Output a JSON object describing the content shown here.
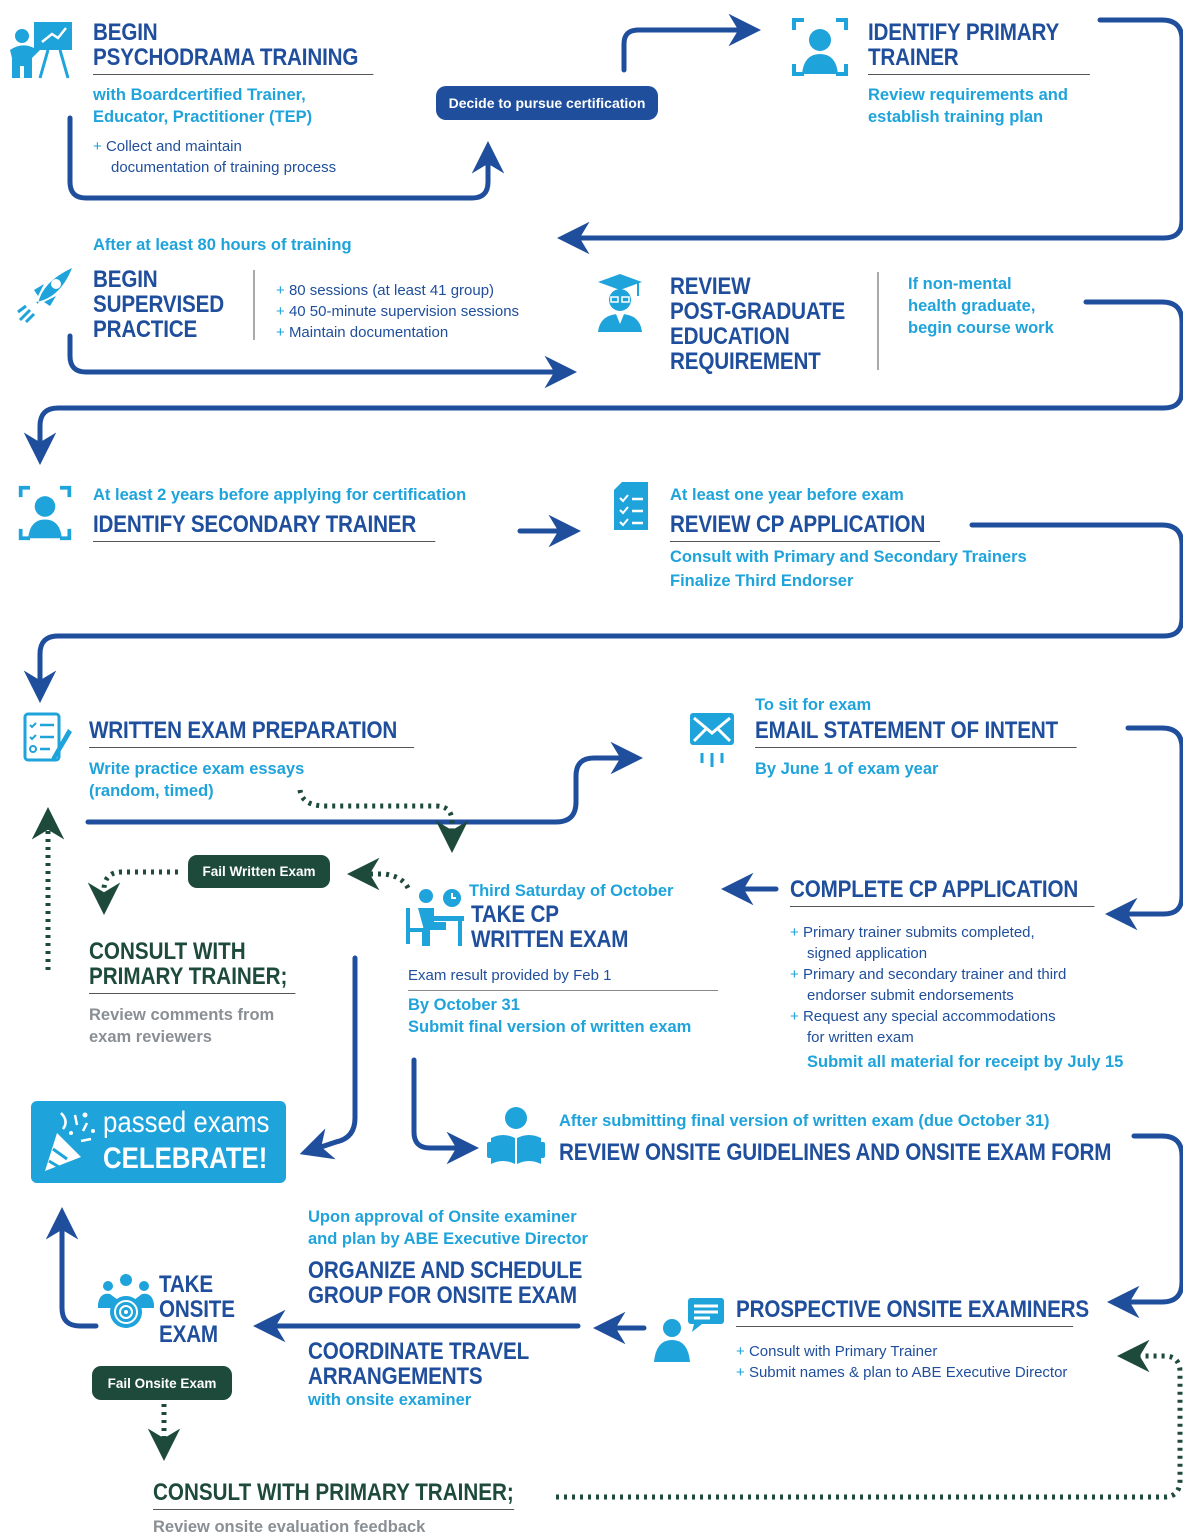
{
  "colors": {
    "navy": "#1f4e9c",
    "cyan": "#1ea3db",
    "dark_green": "#1e4a3c",
    "gray": "#8a8f94"
  },
  "decision_pill": "Decide to pursue certification",
  "steps": {
    "begin_training": {
      "title_1": "BEGIN",
      "title_2": "PSYCHODRAMA TRAINING",
      "sub_1": "with Boardcertified Trainer,",
      "sub_2": "Educator, Practitioner (TEP)",
      "bullet_1": "Collect and maintain",
      "bullet_1b": "documentation of training process",
      "icon": "presentation-icon"
    },
    "primary_trainer": {
      "title_1": "IDENTIFY PRIMARY",
      "title_2": "TRAINER",
      "sub_1": "Review requirements and",
      "sub_2": "establish training plan",
      "icon": "person-focus-icon"
    },
    "supervised_practice": {
      "pre": "After at least 80 hours of training",
      "title_1": "BEGIN",
      "title_2": "SUPERVISED",
      "title_3": "PRACTICE",
      "bullet_1": "80 sessions (at least 41 group)",
      "bullet_2": "40 50-minute supervision sessions",
      "bullet_3": "Maintain documentation",
      "icon": "rocket-icon"
    },
    "post_graduate": {
      "title_1": "REVIEW",
      "title_2": "POST-GRADUATE",
      "title_3": "EDUCATION",
      "title_4": "REQUIREMENT",
      "side_1": "If non-mental",
      "side_2": "health graduate,",
      "side_3": "begin course work",
      "icon": "graduate-icon"
    },
    "secondary_trainer": {
      "pre": "At least 2 years before applying for certification",
      "title": "IDENTIFY SECONDARY TRAINER",
      "icon": "person-focus-icon"
    },
    "cp_application_review": {
      "pre": "At least one year before exam",
      "title": "REVIEW CP APPLICATION",
      "sub_1": "Consult with Primary and Secondary Trainers",
      "sub_2": "Finalize Third Endorser",
      "icon": "checklist-icon"
    },
    "written_prep": {
      "title": "WRITTEN EXAM PREPARATION",
      "sub_1": "Write practice exam essays",
      "sub_2": "(random, timed)",
      "icon": "exam-sheet-icon"
    },
    "email_intent": {
      "pre": "To sit for exam",
      "title": "EMAIL STATEMENT OF INTENT",
      "sub": "By June 1 of exam year",
      "icon": "email-icon"
    },
    "fail_written": {
      "pill": "Fail Written Exam",
      "title_1": "CONSULT WITH",
      "title_2": "PRIMARY TRAINER;",
      "sub_1": "Review comments from",
      "sub_2": "exam reviewers"
    },
    "written_exam": {
      "pre": "Third Saturday of October",
      "title_1": "TAKE CP",
      "title_2": "WRITTEN EXAM",
      "note": "Exam result provided by Feb 1",
      "sub_1": "By October 31",
      "sub_2": "Submit final version of written exam",
      "icon": "desk-clock-icon"
    },
    "complete_application": {
      "title": "COMPLETE CP APPLICATION",
      "bullet_1a": "Primary trainer submits completed,",
      "bullet_1b": "signed application",
      "bullet_2a": "Primary and secondary trainer and third",
      "bullet_2b": "endorser submit endorsements",
      "bullet_3a": "Request any special accommodations",
      "bullet_3b": "for written exam",
      "deadline": "Submit all material for receipt by July 15"
    },
    "celebrate": {
      "line_1": "passed exams",
      "line_2": "CELEBRATE!",
      "icon": "party-popper-icon"
    },
    "onsite_guidelines": {
      "pre": "After submitting final version of written exam (due October 31)",
      "title": "REVIEW ONSITE GUIDELINES AND ONSITE EXAM FORM",
      "icon": "reader-icon"
    },
    "organize": {
      "pre_1": "Upon approval of Onsite examiner",
      "pre_2": "and plan by ABE Executive Director",
      "title_1": "ORGANIZE AND SCHEDULE",
      "title_2": "GROUP FOR ONSITE EXAM",
      "title_3": "COORDINATE TRAVEL",
      "title_4": "ARRANGEMENTS",
      "sub": "with onsite examiner"
    },
    "onsite_exam": {
      "title_1": "TAKE",
      "title_2": "ONSITE",
      "title_3": "EXAM",
      "pill": "Fail Onsite Exam",
      "icon": "group-target-icon"
    },
    "examiners": {
      "title": "PROSPECTIVE ONSITE EXAMINERS",
      "bullet_1": "Consult with Primary Trainer",
      "bullet_2": "Submit names & plan to ABE Executive Director",
      "icon": "speaker-chat-icon"
    },
    "fail_onsite": {
      "title": "CONSULT WITH PRIMARY TRAINER;",
      "sub": "Review onsite evaluation feedback"
    }
  }
}
